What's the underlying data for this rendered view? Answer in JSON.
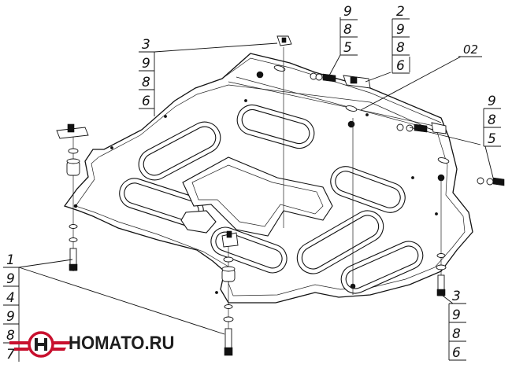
{
  "callouts": {
    "top_left": [
      "3",
      "9",
      "8",
      "6"
    ],
    "top_mid": [
      "9",
      "8",
      "5"
    ],
    "top_right_stack": [
      "2",
      "9",
      "8",
      "6"
    ],
    "plate_label": "02",
    "right": [
      "9",
      "8",
      "5"
    ],
    "bottom_right": [
      "3",
      "9",
      "8",
      "6"
    ],
    "bottom_left": [
      "1",
      "9",
      "4",
      "9",
      "8",
      "7"
    ]
  },
  "watermark": {
    "logo_text": "НОМАТО.RU",
    "accent_color": "#c8102e"
  },
  "colors": {
    "ink": "#111111",
    "paper": "#ffffff"
  }
}
